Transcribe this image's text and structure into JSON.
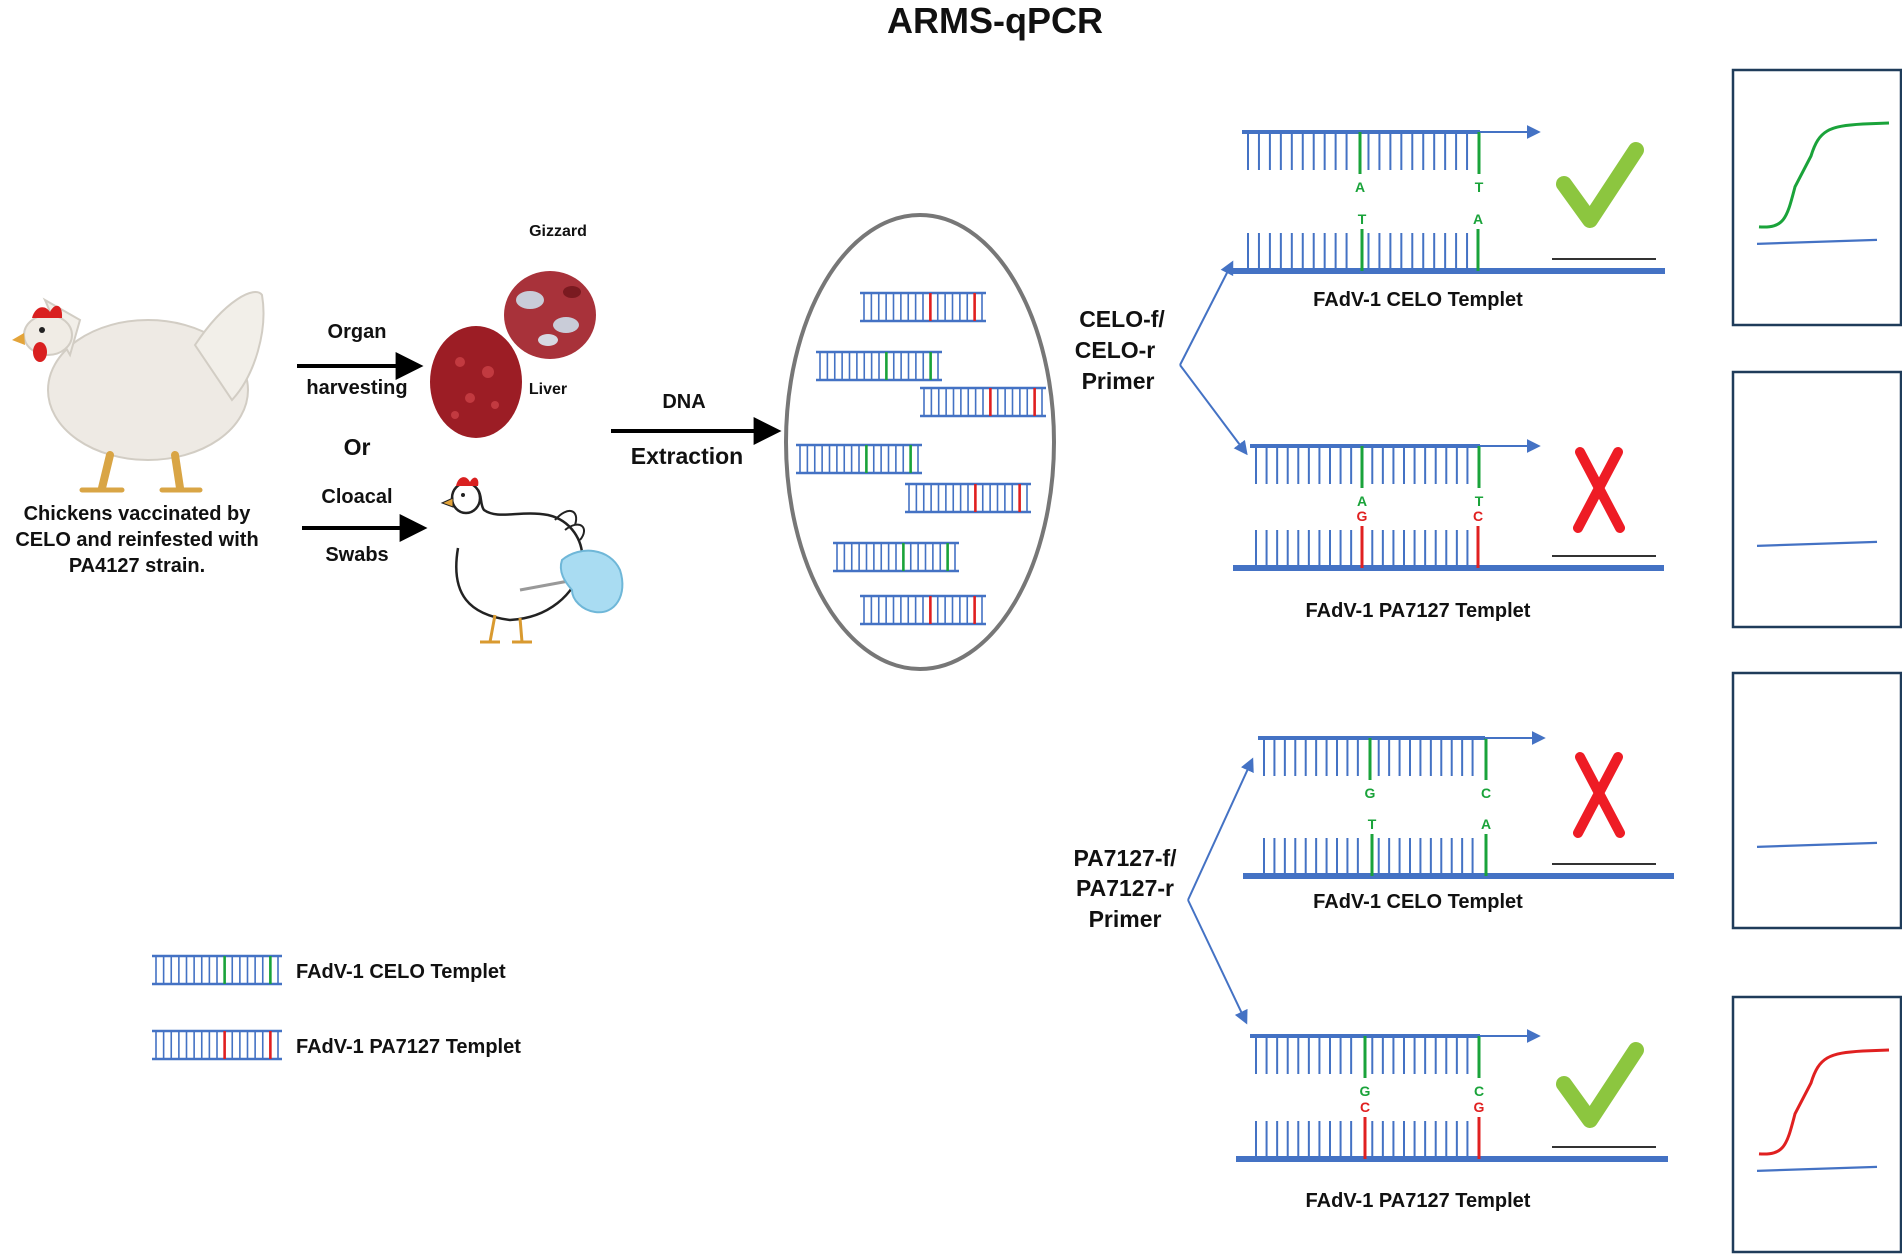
{
  "title": "ARMS-qPCR",
  "input": {
    "caption_lines": [
      "Chickens vaccinated by",
      "CELO and reinfested with",
      "PA4127 strain."
    ]
  },
  "sampling": {
    "organ_label": "Organ",
    "harvesting_label": "harvesting",
    "or_label": "Or",
    "cloacal_label": "Cloacal",
    "swabs_label": "Swabs",
    "gizzard_label": "Gizzard",
    "liver_label": "Liver"
  },
  "extraction": {
    "dna_label": "DNA",
    "extraction_label": "Extraction"
  },
  "primers": {
    "celo_lines": [
      "CELO-f/",
      "CELO-r",
      "Primer"
    ],
    "pa_lines": [
      "PA7127-f/",
      "PA7127-r",
      "Primer"
    ]
  },
  "reactions": [
    {
      "template_label": "FAdV-1 CELO Templet",
      "primer_bases": [
        "A",
        "T"
      ],
      "template_bases": [
        "T",
        "A"
      ],
      "primer_base_color": "#1aa33a",
      "template_base_color": "#1aa33a",
      "result": "check",
      "amplified": true,
      "curve_color": "#1aa33a"
    },
    {
      "template_label": "FAdV-1 PA7127 Templet",
      "primer_bases": [
        "A",
        "T"
      ],
      "template_bases": [
        "G",
        "C"
      ],
      "primer_base_color": "#1aa33a",
      "template_base_color": "#e02020",
      "result": "cross",
      "amplified": false,
      "curve_color": "#4472c4"
    },
    {
      "template_label": "FAdV-1 CELO Templet",
      "primer_bases": [
        "G",
        "C"
      ],
      "template_bases": [
        "T",
        "A"
      ],
      "primer_base_color": "#1aa33a",
      "template_base_color": "#1aa33a",
      "result": "cross",
      "amplified": false,
      "curve_color": "#4472c4"
    },
    {
      "template_label": "FAdV-1 PA7127 Templet",
      "primer_bases": [
        "G",
        "C"
      ],
      "template_bases": [
        "C",
        "G"
      ],
      "primer_base_color": "#1aa33a",
      "template_base_color": "#e02020",
      "result": "check",
      "amplified": true,
      "curve_color": "#e02020"
    }
  ],
  "legend": [
    {
      "label": "FAdV-1 CELO Templet",
      "marker_color": "#1aa33a"
    },
    {
      "label": "FAdV-1 PA7127 Templet",
      "marker_color": "#e02020"
    }
  ],
  "colors": {
    "dna_blue": "#4472c4",
    "check_green": "#8cc63f",
    "cross_red": "#ee1c25",
    "celo_green": "#1aa33a",
    "pa_red": "#e02020"
  }
}
